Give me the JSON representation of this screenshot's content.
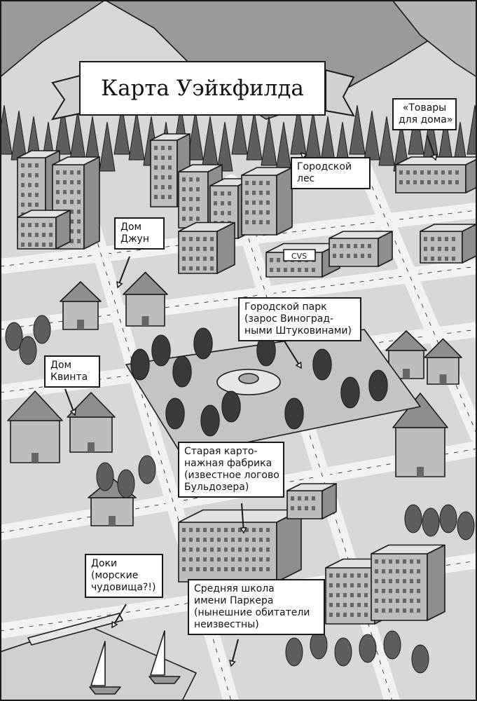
{
  "title": "Карта Уэйкфилда",
  "labels": {
    "home_goods": [
      "«Товары",
      "для дома»"
    ],
    "city_forest": [
      "Городской",
      "лес"
    ],
    "jun_house": [
      "Дом",
      "Джун"
    ],
    "cvs_sign": "CVS",
    "city_park": [
      "Городской парк",
      "(зарос Виноград-",
      "ными Штуковинами)"
    ],
    "quint_house": [
      "Дом",
      "Квинта"
    ],
    "cardboard_factory": [
      "Старая карто-",
      "нажная фабрика",
      "(известное логово",
      "Бульдозера)"
    ],
    "docks": [
      "Доки",
      "(морские",
      "чудовища?!)"
    ],
    "parker_school": [
      "Средняя школа",
      "имени Паркера",
      "(нынешние обитатели",
      "неизвестны)"
    ]
  },
  "colors": {
    "ink": "#1a1a1a",
    "sky": "#ffffff",
    "mountain": "#9a9a9a",
    "ground": "#d7d7d7",
    "road": "#f2f2f2",
    "building": "#bdbdbd",
    "roof": "#8e8e8e",
    "tree": "#5e5e5e",
    "tree_dark": "#3a3a3a",
    "water": "#cfcfcf"
  }
}
